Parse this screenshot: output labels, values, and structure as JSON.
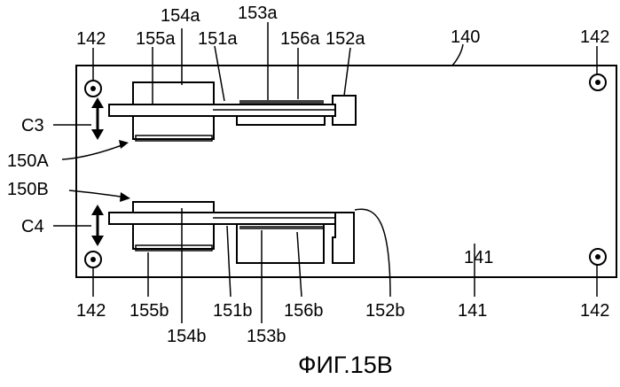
{
  "figure": {
    "caption": "ФИГ.15В",
    "labels": {
      "l142_tl": "142",
      "l155a": "155a",
      "l154a": "154a",
      "l151a": "151a",
      "l153a": "153a",
      "l156a": "156a",
      "l152a": "152a",
      "l140": "140",
      "l142_tr": "142",
      "lC3": "C3",
      "l150A": "150A",
      "l150B": "150B",
      "lC4": "C4",
      "l141": "141",
      "l142_bl": "142",
      "l155b": "155b",
      "l154b": "154b",
      "l151b": "151b",
      "l153b": "153b",
      "l156b": "156b",
      "l152b": "152b",
      "l142_br": "142"
    }
  }
}
